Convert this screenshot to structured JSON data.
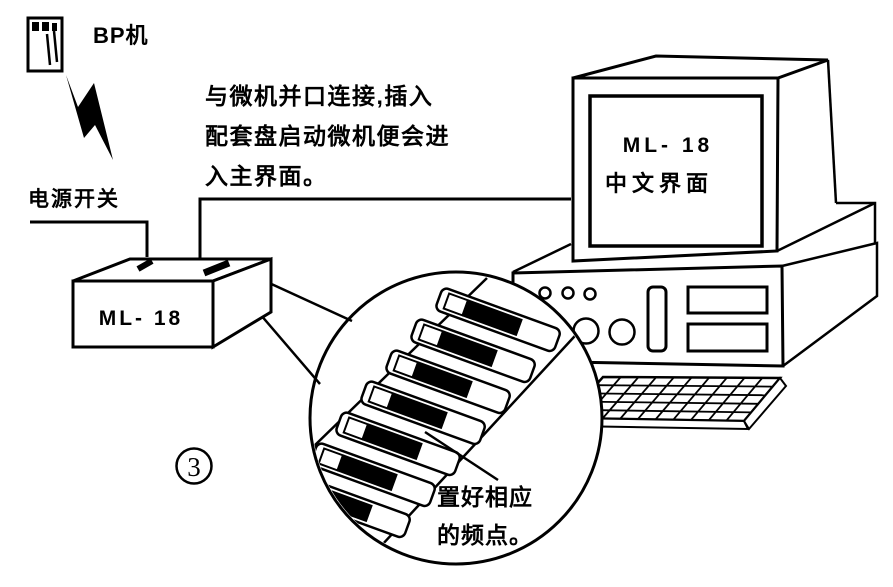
{
  "colors": {
    "ink": "#000000",
    "paper": "#ffffff"
  },
  "pager": {
    "label": "BP机"
  },
  "power_switch": {
    "label": "电源开关"
  },
  "device": {
    "label": "ML- 18"
  },
  "cable_note": {
    "line1": "与微机并口连接,插入",
    "line2": "配套盘启动微机便会进",
    "line3": "入主界面。"
  },
  "monitor": {
    "screen_line1": "ML- 18",
    "screen_line2": "中文界面"
  },
  "magnifier": {
    "caption_line1": "置好相应",
    "caption_line2": "的频点。"
  },
  "figure_number": "3"
}
